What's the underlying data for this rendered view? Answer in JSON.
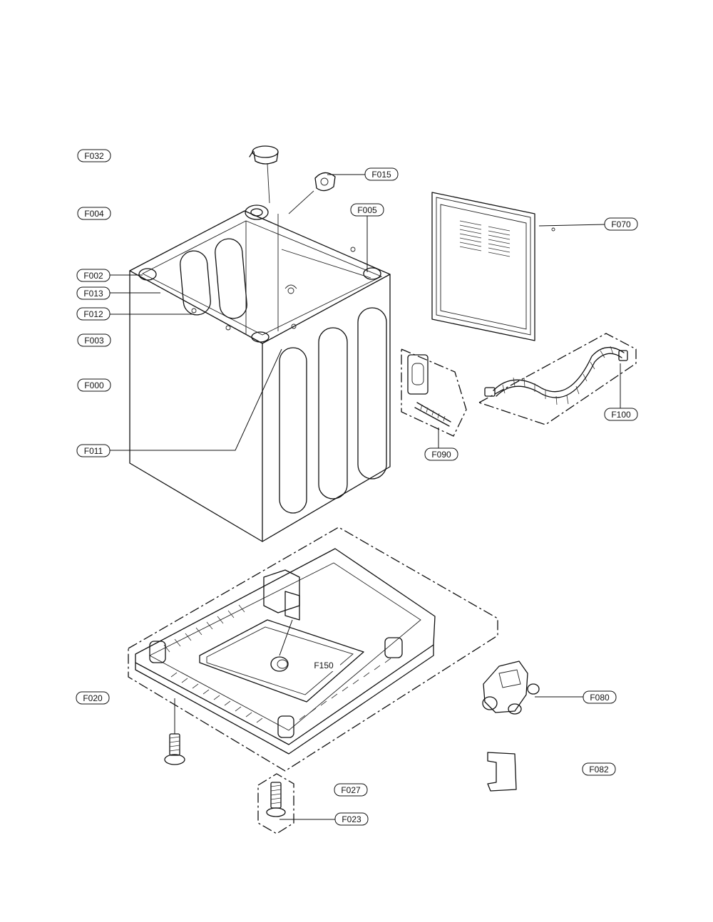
{
  "labels": {
    "f032": "F032",
    "f015": "F015",
    "f004": "F004",
    "f005": "F005",
    "f070": "F070",
    "f002": "F002",
    "f013": "F013",
    "f012": "F012",
    "f003": "F003",
    "f000": "F000",
    "f011": "F011",
    "f090": "F090",
    "f100": "F100",
    "f150": "F150",
    "f020": "F020",
    "f080": "F080",
    "f082": "F082",
    "f027": "F027",
    "f023": "F023"
  }
}
